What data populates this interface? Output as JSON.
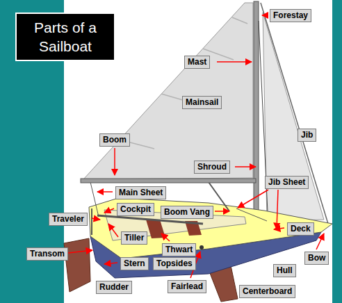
{
  "diagram": {
    "title": "Parts of a Sailboat",
    "nodes": [
      {
        "text": [
          "Forestay"
        ]
      },
      {
        "text": [
          "Mast"
        ]
      },
      {
        "text": [
          "Mainsail"
        ]
      },
      {
        "text": [
          "Jib"
        ]
      },
      {
        "text": [
          "Boom"
        ]
      },
      {
        "text": [
          "Shroud"
        ]
      },
      {
        "text": [
          "Jib Sheet"
        ]
      },
      {
        "text": [
          "Main Sheet"
        ]
      },
      {
        "text": [
          "Cockpit"
        ]
      },
      {
        "text": [
          "Boom Vang"
        ]
      },
      {
        "text": [
          "Traveler"
        ]
      },
      {
        "text": [
          "Deck"
        ]
      },
      {
        "text": [
          "Tiller"
        ]
      },
      {
        "text": [
          "Thwart"
        ]
      },
      {
        "text": [
          "Transom"
        ]
      },
      {
        "text": [
          "Stern"
        ]
      },
      {
        "text": [
          "Topsides"
        ]
      },
      {
        "text": [
          "Bow"
        ]
      },
      {
        "text": [
          "Hull"
        ]
      },
      {
        "text": [
          "Rudder"
        ]
      },
      {
        "text": [
          "Fairlead"
        ]
      },
      {
        "text": [
          "Centerboard"
        ]
      }
    ]
  }
}
